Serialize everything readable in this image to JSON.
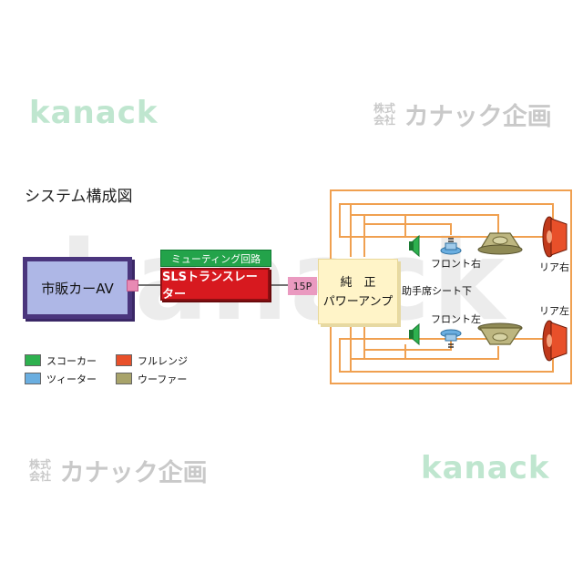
{
  "watermarks": {
    "logo_top_left": "kanack",
    "company_top_right_small": "株式会社",
    "company_top_right_big": "カナック企画",
    "company_bottom_left_small": "株式会社",
    "company_bottom_left_big": "カナック企画",
    "logo_bottom_right": "kanack",
    "logo_center": "kanack"
  },
  "title": "システム構成図",
  "blocks": {
    "head_unit": "市販カーAV",
    "muting_circuit": "ミューティング回路",
    "sls_translator": "SLSトランスレーター",
    "connector": "15P",
    "amp_line1": "純　正",
    "amp_line2": "パワーアンプ"
  },
  "labels": {
    "front_right": "フロント右",
    "front_left": "フロント左",
    "rear_right": "リア右",
    "rear_left": "リア左",
    "under_seat": "助手席シート下"
  },
  "legend": [
    {
      "label": "スコーカー",
      "color": "#2eb14f"
    },
    {
      "label": "フルレンジ",
      "color": "#e8502a"
    },
    {
      "label": "ツィーター",
      "color": "#6aaee0"
    },
    {
      "label": "ウーファー",
      "color": "#a8a36a"
    }
  ],
  "colors": {
    "wire": "#f0a050"
  }
}
